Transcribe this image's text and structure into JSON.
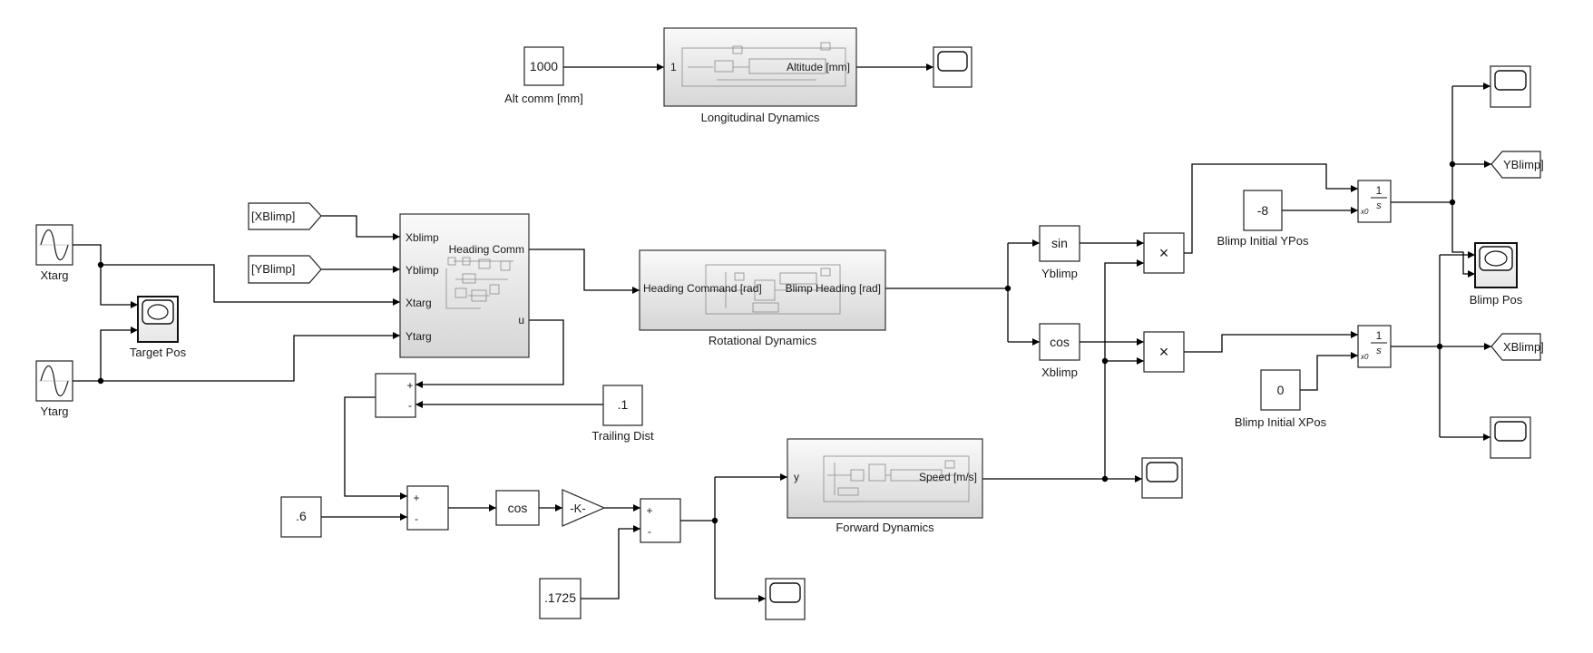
{
  "colors": {
    "background": "#ffffff",
    "line": "#000000",
    "block_border": "#222222",
    "subsystem_top": "#fafafa",
    "subsystem_bottom": "#d9d9d9"
  },
  "blocks": {
    "alt_comm": {
      "value": "1000",
      "label": "Alt comm [mm]"
    },
    "longitudinal": {
      "label": "Longitudinal Dynamics",
      "in_port": "1",
      "out_port": "Altitude [mm]"
    },
    "xtarg": {
      "label": "Xtarg",
      "icon": "sine-wave-icon"
    },
    "ytarg": {
      "label": "Ytarg",
      "icon": "sine-wave-icon"
    },
    "target_pos": {
      "label": "Target Pos",
      "icon": "scope-icon"
    },
    "goto_xblimp_in": {
      "text": "[XBlimp]"
    },
    "goto_yblimp_in": {
      "text": "[YBlimp]"
    },
    "controller": {
      "ports_in": [
        "Xblimp",
        "Yblimp",
        "Xtarg",
        "Ytarg"
      ],
      "port_heading": "Heading Comm",
      "port_u": "u"
    },
    "rotational": {
      "label": "Rotational Dynamics",
      "in_port": "Heading Command [rad]",
      "out_port": "Blimp Heading [rad]"
    },
    "sum1": {
      "signs": [
        "+",
        "-"
      ]
    },
    "trailing": {
      "value": ".1",
      "label": "Trailing Dist"
    },
    "const_06": {
      "value": ".6"
    },
    "sum2": {
      "signs": [
        "+",
        "-"
      ]
    },
    "cos_mid": {
      "text": "cos"
    },
    "gain": {
      "text": "-K-"
    },
    "sum3": {
      "signs": [
        "+",
        "-"
      ]
    },
    "const_1725": {
      "value": ".1725"
    },
    "forward": {
      "label": "Forward Dynamics",
      "in_port": "y",
      "out_port": "Speed [m/s]"
    },
    "sin_blk": {
      "text": "sin",
      "label": "Yblimp"
    },
    "cos_blk": {
      "text": "cos",
      "label": "Xblimp"
    },
    "prod1": {
      "text": "×"
    },
    "prod2": {
      "text": "×"
    },
    "init_y": {
      "value": "-8",
      "label": "Blimp Initial YPos"
    },
    "init_x": {
      "value": "0",
      "label": "Blimp Initial XPos"
    },
    "integ_y": {
      "num": "1",
      "den": "s",
      "ic": "x0"
    },
    "integ_x": {
      "num": "1",
      "den": "s",
      "ic": "x0"
    },
    "blimp_pos": {
      "label": "Blimp Pos",
      "icon": "scope-icon"
    },
    "goto_yblimp_out": {
      "text": "YBlimp]"
    },
    "goto_xblimp_out": {
      "text": "XBlimp]"
    }
  }
}
